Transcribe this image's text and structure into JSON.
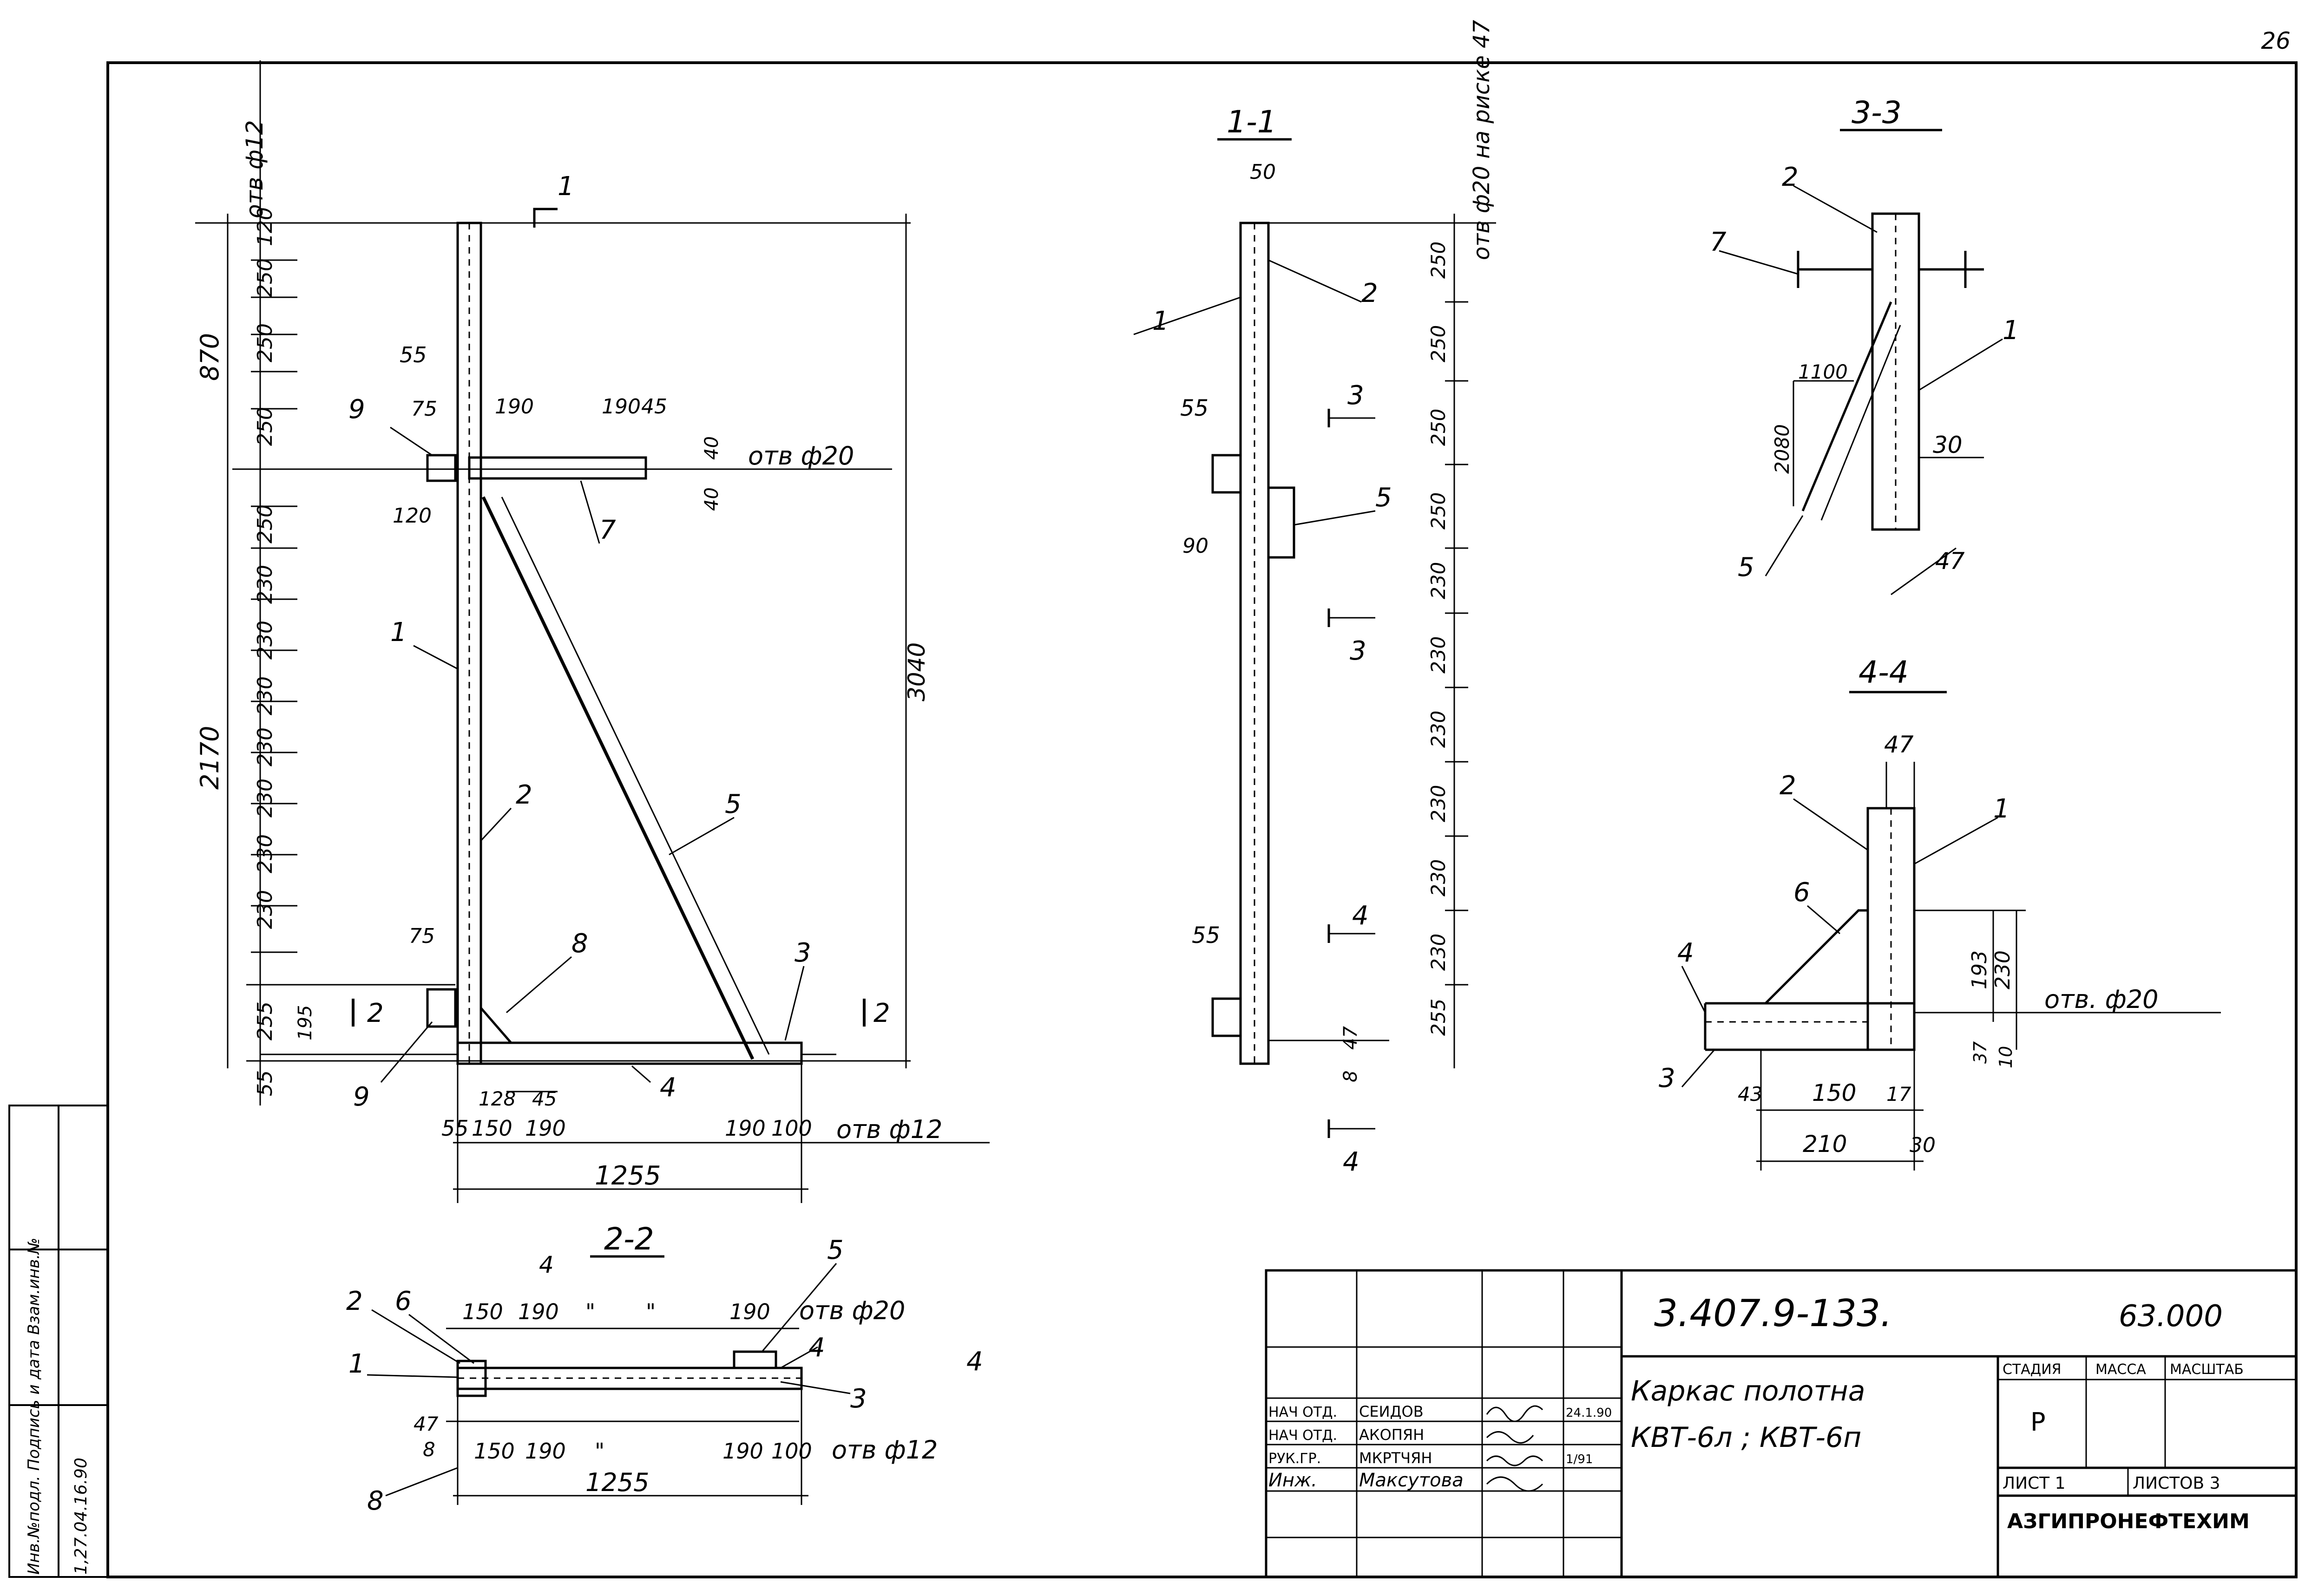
{
  "sheet_number": "26",
  "title_block": {
    "designation": "3.407.9-133.",
    "code": "63.000",
    "title_line1": "Каркас полотна",
    "title_line2": "КВТ-6л ; КВТ-6п",
    "stage_header": "СТАДИЯ",
    "mass_header": "МАССА",
    "scale_header": "МАСШТАБ",
    "stage_value": "Р",
    "sheet_label": "ЛИСТ 1",
    "sheets_label": "ЛИСТОВ 3",
    "organization": "АЗГИПРОНЕФТЕХИМ",
    "signatures": [
      {
        "role": "НАЧ ОТД.",
        "name": "СЕИДОВ",
        "date": "24.1.90"
      },
      {
        "role": "НАЧ ОТД.",
        "name": "АКОПЯН",
        "date": ""
      },
      {
        "role": "РУК.ГР.",
        "name": "МКРТЧЯН",
        "date": "1/91"
      },
      {
        "role": "Инж.",
        "name": "Максутова",
        "date": ""
      }
    ]
  },
  "side_stamp": {
    "line1": "Инв.№подл.  Подпись и дата  Взам.инв.№",
    "line2": "1,27.04.16.90"
  },
  "main_view": {
    "dims_left": [
      "120",
      "250",
      "250",
      "250",
      "250",
      "230",
      "230",
      "230",
      "230",
      "230",
      "230",
      "230",
      "255",
      "55"
    ],
    "dim_870": "870",
    "dim_2170": "2170",
    "dim_195": "195",
    "dim_3040": "3040",
    "dim_55_top": "55",
    "dim_75_top": "75",
    "dim_190_a": "190",
    "dim_190_b": "190",
    "dim_45_top": "45",
    "dim_40_a": "40",
    "dim_40_b": "40",
    "dim_120": "120",
    "dim_75_bot": "75",
    "dim_128": "128",
    "dim_45_bot": "45",
    "top_hole": "отв ф12",
    "mid_hole": "отв ф20",
    "bot_hole": "отв ф12",
    "bottom_chain": [
      "55",
      "150",
      "190",
      "190",
      "100"
    ],
    "dim_1255": "1255",
    "section_mark_1": "1",
    "section_mark_2": "2",
    "section_mark_4": "4",
    "labels": [
      "1",
      "2",
      "3",
      "4",
      "5",
      "7",
      "8",
      "9",
      "9"
    ]
  },
  "section_1_1": {
    "title": "1-1",
    "hole_note": "отв ф20 на риске 47",
    "dim_50": "50",
    "dim_55_a": "55",
    "dim_90": "90",
    "dim_55_b": "55",
    "dim_47": "47",
    "dim_8": "8",
    "dims_right": [
      "250",
      "250",
      "250",
      "250",
      "230",
      "230",
      "230",
      "230",
      "230",
      "230",
      "255"
    ],
    "labels": [
      "1",
      "2",
      "5"
    ],
    "mark_3": "3",
    "mark_4": "4"
  },
  "section_2_2": {
    "title": "2-2",
    "top_chain": [
      "150",
      "190",
      "\"",
      "\"",
      "190"
    ],
    "top_hole": "отв ф20",
    "bottom_chain": [
      "150",
      "190",
      "\"",
      "190",
      "100"
    ],
    "bottom_hole": "отв ф12",
    "dim_1255": "1255",
    "dim_47": "47",
    "dim_8": "8",
    "labels": [
      "1",
      "2",
      "3",
      "4",
      "5",
      "6",
      "8"
    ],
    "mark_4": "4"
  },
  "section_3_3": {
    "title": "3-3",
    "dim_1100": "1100",
    "dim_2080": "2080",
    "dim_30": "30",
    "dim_47": "47",
    "labels": [
      "1",
      "2",
      "5",
      "7"
    ]
  },
  "section_4_4": {
    "title": "4-4",
    "dim_47": "47",
    "dim_193": "193",
    "dim_230": "230",
    "dim_37": "37",
    "dim_10": "10",
    "dim_43": "43",
    "dim_150": "150",
    "dim_17": "17",
    "dim_210": "210",
    "dim_30": "30",
    "hole": "отв. ф20",
    "labels": [
      "1",
      "2",
      "3",
      "4",
      "6"
    ]
  }
}
